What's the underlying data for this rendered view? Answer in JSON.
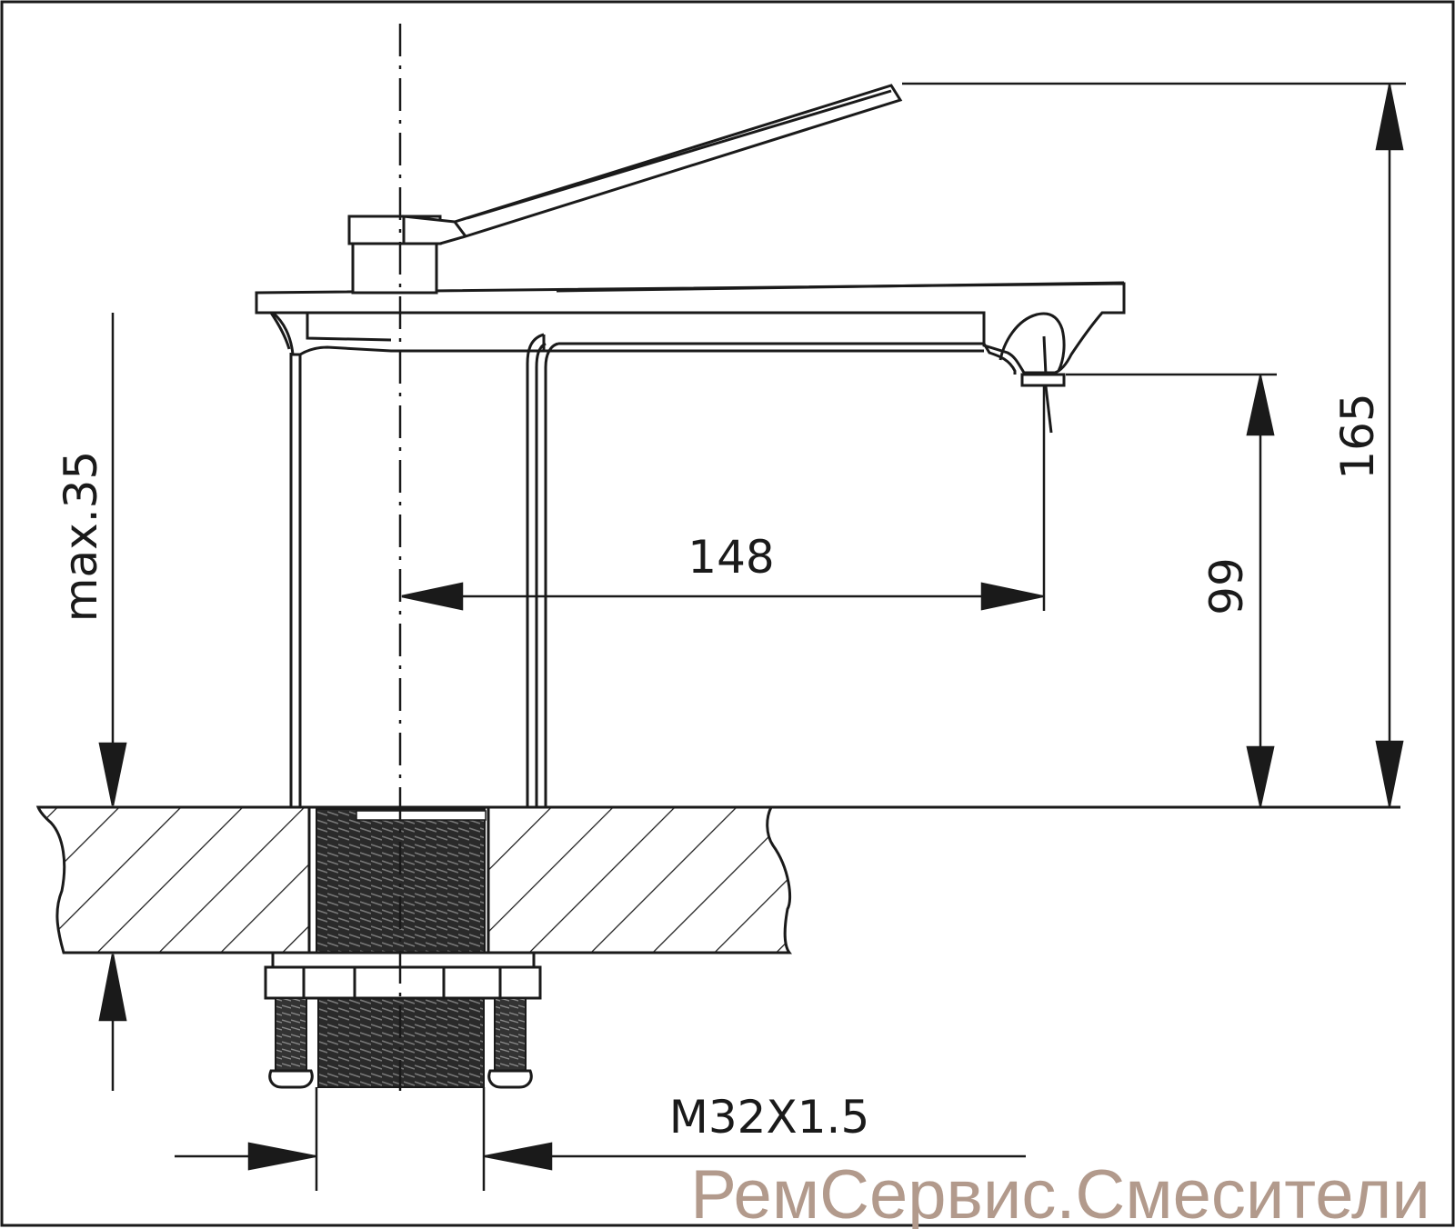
{
  "drawing": {
    "subject": "faucet-side-view",
    "stroke_color": "#1a1a1a",
    "background": "#ffffff"
  },
  "dimensions": {
    "spout_reach": "148",
    "spout_height": "99",
    "total_height": "165",
    "max_deck_thickness": "max.35",
    "thread_size": "M32X1.5"
  },
  "watermark": {
    "text": "РемСервис.Смесители",
    "color": "#b29a8c"
  }
}
